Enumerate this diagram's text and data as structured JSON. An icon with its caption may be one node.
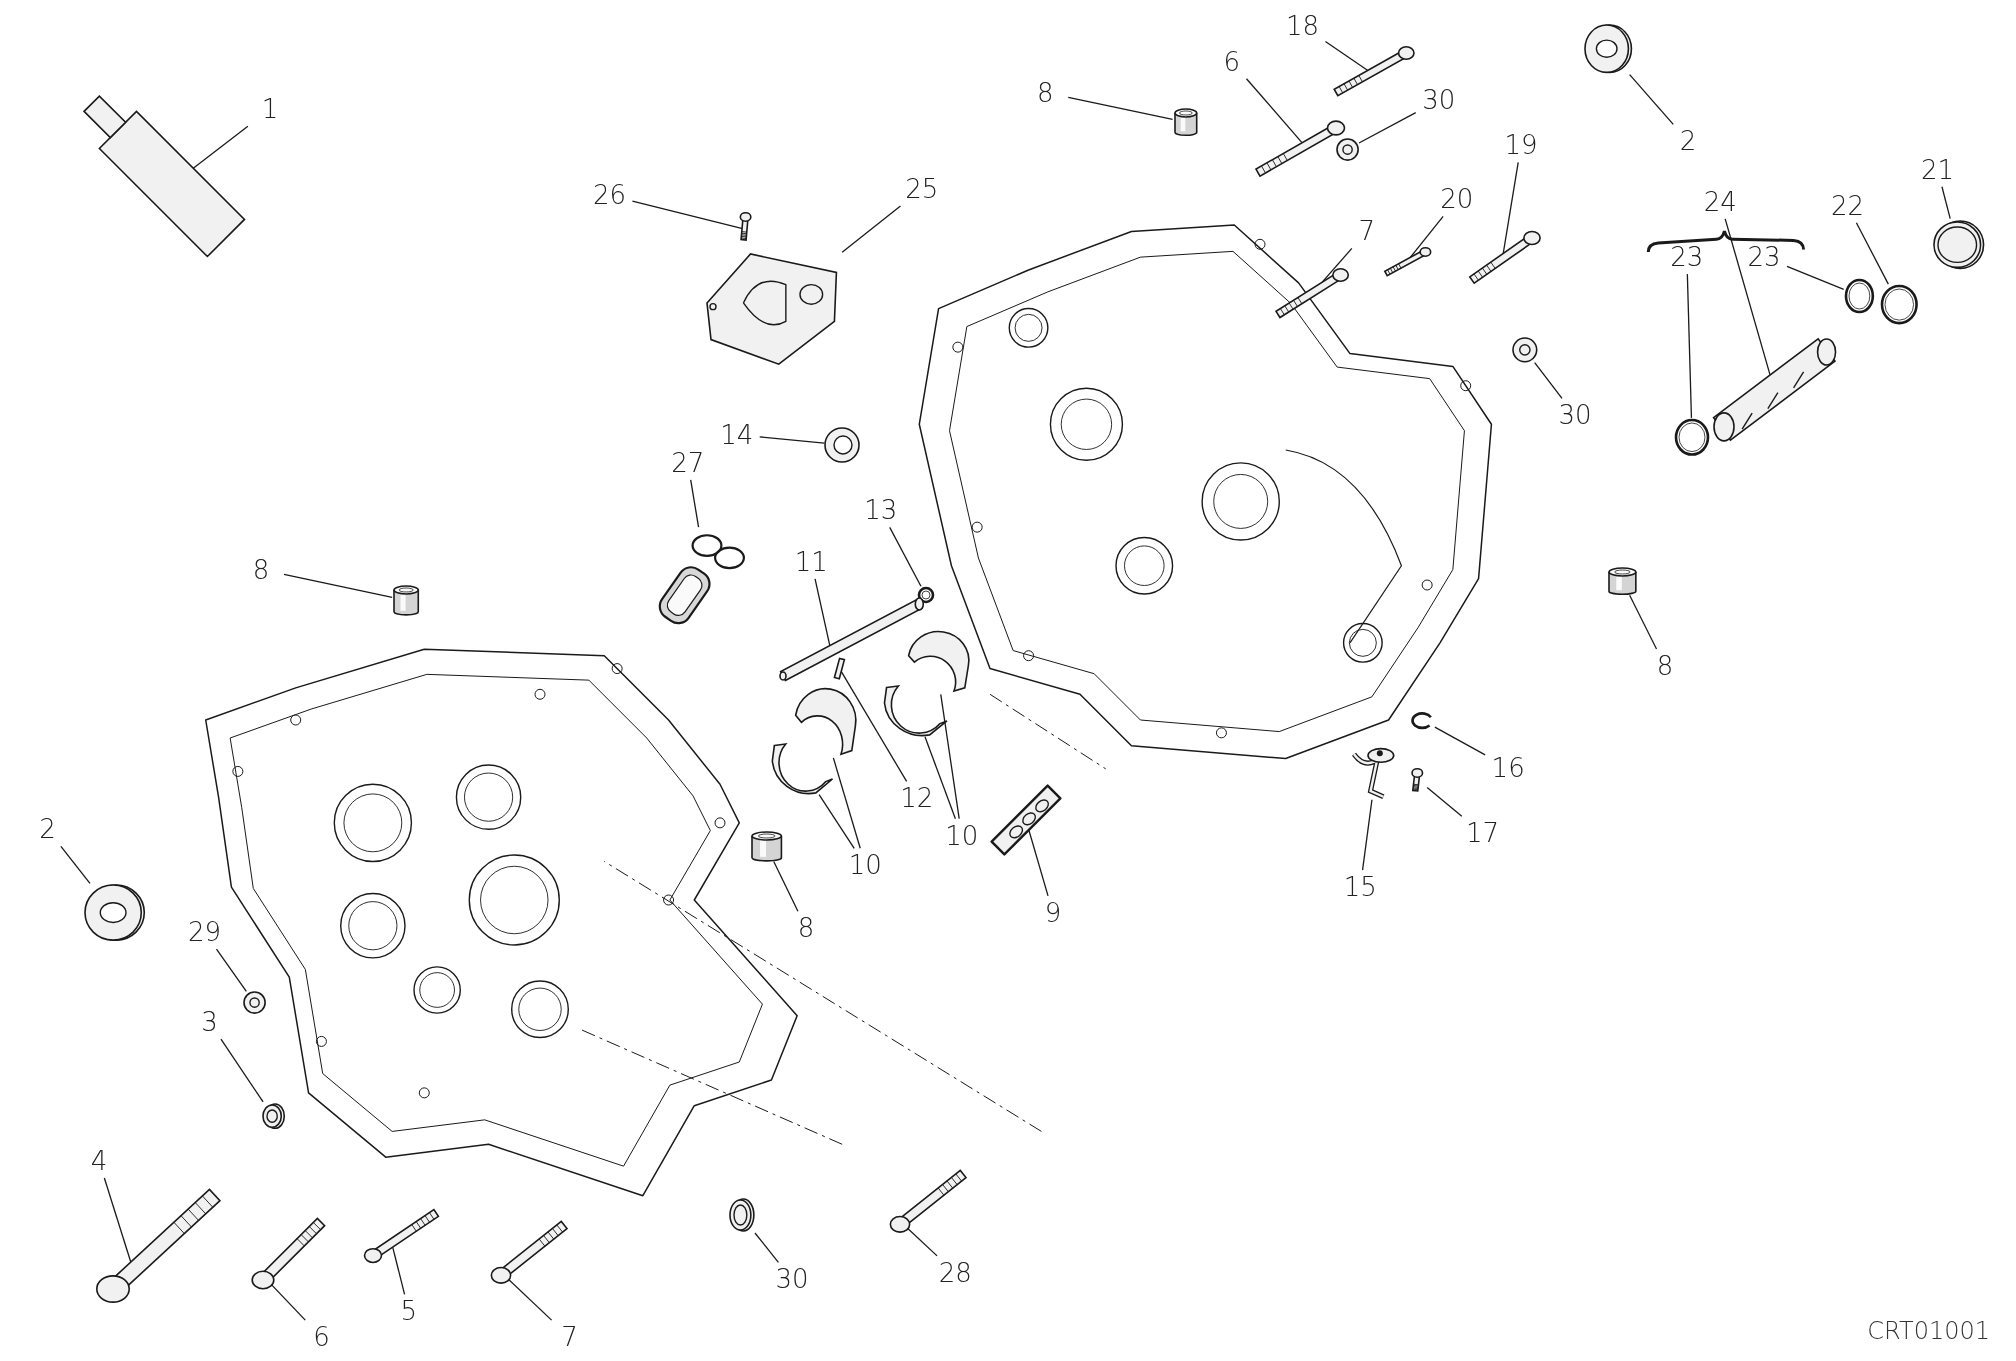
{
  "diagram": {
    "nodes": [
      {
        "text": [
          "1"
        ]
      },
      {
        "text": [],
        "shape": "picture"
      },
      {
        "text": [
          "26"
        ]
      },
      {
        "text": [],
        "shape": "picture"
      },
      {
        "text": [
          "25"
        ]
      },
      {
        "text": [],
        "shape": "picture"
      },
      {
        "text": [
          "8"
        ]
      },
      {
        "text": [],
        "shape": "picture"
      },
      {
        "text": [
          "18"
        ]
      },
      {
        "text": [],
        "shape": "picture"
      },
      {
        "text": [
          "6"
        ]
      },
      {
        "text": [],
        "shape": "picture"
      },
      {
        "text": [
          "30"
        ]
      },
      {
        "text": [],
        "shape": "picture"
      },
      {
        "text": [
          "2"
        ]
      },
      {
        "text": [],
        "shape": "picture"
      },
      {
        "text": [
          "7"
        ]
      },
      {
        "text": [],
        "shape": "picture"
      },
      {
        "text": [
          "20"
        ]
      },
      {
        "text": [],
        "shape": "picture"
      },
      {
        "text": [
          "19"
        ]
      },
      {
        "text": [],
        "shape": "picture"
      },
      {
        "text": [
          "30"
        ]
      },
      {
        "text": [],
        "shape": "picture"
      },
      {
        "text": [
          "24"
        ]
      },
      {
        "text": [],
        "shape": "picture"
      },
      {
        "text": [
          "23"
        ]
      },
      {
        "text": [],
        "shape": "picture"
      },
      {
        "text": [
          "23"
        ]
      },
      {
        "text": [],
        "shape": "picture"
      },
      {
        "text": [
          "22"
        ]
      },
      {
        "text": [],
        "shape": "picture"
      },
      {
        "text": [
          "21"
        ]
      },
      {
        "text": [],
        "shape": "picture"
      },
      {
        "text": [
          "14"
        ]
      },
      {
        "text": [],
        "shape": "picture"
      },
      {
        "text": [
          "27"
        ]
      },
      {
        "text": [],
        "shape": "picture"
      },
      {
        "text": [
          "13"
        ]
      },
      {
        "text": [],
        "shape": "picture"
      },
      {
        "text": [
          "11"
        ]
      },
      {
        "text": [],
        "shape": "picture"
      },
      {
        "text": [
          "8"
        ]
      },
      {
        "text": [],
        "shape": "picture"
      },
      {
        "text": [
          "12"
        ]
      },
      {
        "text": [],
        "shape": "picture"
      },
      {
        "text": [
          "10"
        ]
      },
      {
        "text": [],
        "shape": "picture"
      },
      {
        "text": [],
        "shape": "picture"
      },
      {
        "text": [
          "10"
        ]
      },
      {
        "text": [],
        "shape": "picture"
      },
      {
        "text": [],
        "shape": "picture"
      },
      {
        "text": [
          "8"
        ]
      },
      {
        "text": [],
        "shape": "picture"
      },
      {
        "text": [
          "9"
        ]
      },
      {
        "text": [],
        "shape": "picture"
      },
      {
        "text": [
          "8"
        ]
      },
      {
        "text": [],
        "shape": "picture"
      },
      {
        "text": [
          "16"
        ]
      },
      {
        "text": [],
        "shape": "picture"
      },
      {
        "text": [
          "17"
        ]
      },
      {
        "text": [],
        "shape": "picture"
      },
      {
        "text": [
          "15"
        ]
      },
      {
        "text": [],
        "shape": "picture"
      },
      {
        "text": [
          "2"
        ]
      },
      {
        "text": [],
        "shape": "picture"
      },
      {
        "text": [
          "29"
        ]
      },
      {
        "text": [],
        "shape": "picture"
      },
      {
        "text": [
          "3"
        ]
      },
      {
        "text": [],
        "shape": "picture"
      },
      {
        "text": [
          "4"
        ]
      },
      {
        "text": [],
        "shape": "picture"
      },
      {
        "text": [
          "6"
        ]
      },
      {
        "text": [],
        "shape": "picture"
      },
      {
        "text": [
          "5"
        ]
      },
      {
        "text": [],
        "shape": "picture"
      },
      {
        "text": [
          "7"
        ]
      },
      {
        "text": [],
        "shape": "picture"
      },
      {
        "text": [
          "30"
        ]
      },
      {
        "text": [],
        "shape": "picture"
      },
      {
        "text": [
          "28"
        ]
      },
      {
        "text": [],
        "shape": "picture"
      }
    ],
    "edges": [
      {
        "from": 0,
        "to": 1,
        "arrow": "none"
      },
      {
        "from": 2,
        "to": 3,
        "arrow": "none"
      },
      {
        "from": 4,
        "to": 5,
        "arrow": "none"
      },
      {
        "from": 6,
        "to": 7,
        "arrow": "none"
      },
      {
        "from": 8,
        "to": 9,
        "arrow": "none"
      },
      {
        "from": 10,
        "to": 11,
        "arrow": "none"
      },
      {
        "from": 12,
        "to": 13,
        "arrow": "none"
      },
      {
        "from": 14,
        "to": 15,
        "arrow": "none"
      },
      {
        "from": 16,
        "to": 17,
        "arrow": "none"
      },
      {
        "from": 18,
        "to": 19,
        "arrow": "none"
      },
      {
        "from": 20,
        "to": 21,
        "arrow": "none"
      },
      {
        "from": 22,
        "to": 23,
        "arrow": "none"
      },
      {
        "from": 24,
        "to": 25,
        "arrow": "none"
      },
      {
        "from": 26,
        "to": 27,
        "arrow": "none"
      },
      {
        "from": 28,
        "to": 29,
        "arrow": "none"
      },
      {
        "from": 30,
        "to": 31,
        "arrow": "none"
      },
      {
        "from": 32,
        "to": 33,
        "arrow": "none"
      },
      {
        "from": 34,
        "to": 35,
        "arrow": "none"
      },
      {
        "from": 36,
        "to": 37,
        "arrow": "none"
      },
      {
        "from": 38,
        "to": 39,
        "arrow": "none"
      },
      {
        "from": 40,
        "to": 41,
        "arrow": "none"
      },
      {
        "from": 42,
        "to": 43,
        "arrow": "none"
      },
      {
        "from": 44,
        "to": 45,
        "arrow": "none"
      },
      {
        "from": 46,
        "to": 47,
        "arrow": "none"
      },
      {
        "from": 46,
        "to": 48,
        "arrow": "none"
      },
      {
        "from": 49,
        "to": 50,
        "arrow": "none"
      },
      {
        "from": 49,
        "to": 51,
        "arrow": "none"
      },
      {
        "from": 52,
        "to": 53,
        "arrow": "none"
      },
      {
        "from": 54,
        "to": 55,
        "arrow": "none"
      },
      {
        "from": 56,
        "to": 57,
        "arrow": "none"
      },
      {
        "from": 58,
        "to": 59,
        "arrow": "none"
      },
      {
        "from": 60,
        "to": 61,
        "arrow": "none"
      },
      {
        "from": 62,
        "to": 63,
        "arrow": "none"
      },
      {
        "from": 64,
        "to": 65,
        "arrow": "none"
      },
      {
        "from": 66,
        "to": 67,
        "arrow": "none"
      },
      {
        "from": 68,
        "to": 69,
        "arrow": "none"
      },
      {
        "from": 70,
        "to": 71,
        "arrow": "none"
      },
      {
        "from": 72,
        "to": 73,
        "arrow": "none"
      },
      {
        "from": 74,
        "to": 75,
        "arrow": "none"
      },
      {
        "from": 76,
        "to": 77,
        "arrow": "none"
      },
      {
        "from": 78,
        "to": 79,
        "arrow": "none"
      },
      {
        "from": 80,
        "to": 81,
        "arrow": "none"
      }
    ],
    "labels": [
      "CRT01001"
    ]
  }
}
